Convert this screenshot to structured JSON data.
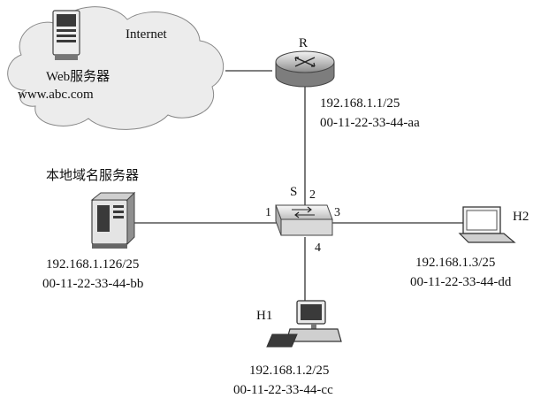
{
  "internet": {
    "label": "Internet",
    "web_server_label": "Web服务器",
    "web_server_domain": "www.abc.com"
  },
  "router": {
    "name": "R",
    "ip": "192.168.1.1/25",
    "mac": "00-11-22-33-44-aa"
  },
  "local_dns": {
    "label": "本地域名服务器",
    "ip": "192.168.1.126/25",
    "mac": "00-11-22-33-44-bb"
  },
  "switch": {
    "name": "S",
    "ports": [
      "1",
      "2",
      "3",
      "4"
    ]
  },
  "h1": {
    "name": "H1",
    "ip": "192.168.1.2/25",
    "mac": "00-11-22-33-44-cc"
  },
  "h2": {
    "name": "H2",
    "ip": "192.168.1.3/25",
    "mac": "00-11-22-33-44-dd"
  },
  "colors": {
    "line": "#333333",
    "cloud_fill": "#ececec",
    "device_dark": "#3a3a3a",
    "device_mid": "#9a9a9a",
    "device_light": "#e6e6e6"
  }
}
